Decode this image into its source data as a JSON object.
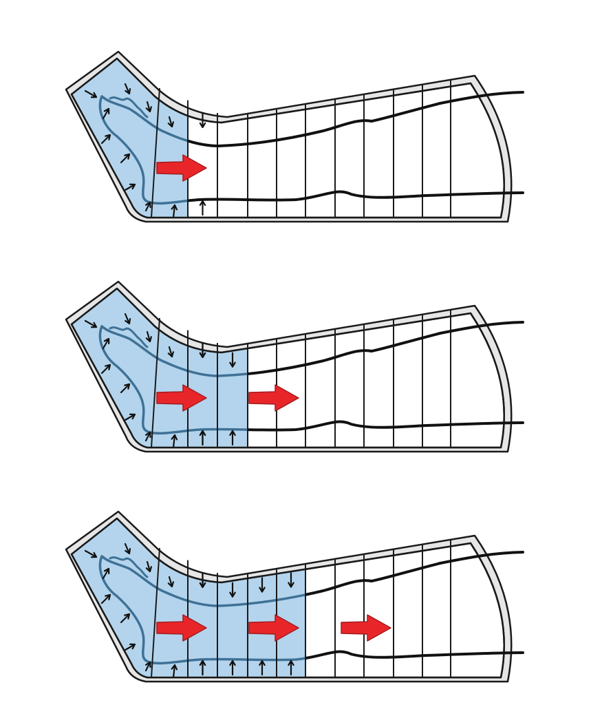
{
  "diagram": {
    "colors": {
      "background": "#ffffff",
      "inflated_fill": "#b3d4ec",
      "sleeve_border_fill": "#e6e6e6",
      "outline": "#1a1a1a",
      "compression_arrow": "#111111",
      "leg_contour_inflated": "#3f7196",
      "leg_contour_deflated": "#111111",
      "flow_arrow_fill": "#e8262a",
      "flow_arrow_edge": "#a31b1e"
    },
    "chamber_count": 10,
    "stages": [
      {
        "inflated_chambers": 1,
        "flow_arrows": 1
      },
      {
        "inflated_chambers": 3,
        "flow_arrows": 2
      },
      {
        "inflated_chambers": 5,
        "flow_arrows": 3
      }
    ],
    "icons": {
      "compression_arrow": "compression-arrow-icon",
      "flow_arrow": "flow-direction-arrow-icon"
    }
  }
}
